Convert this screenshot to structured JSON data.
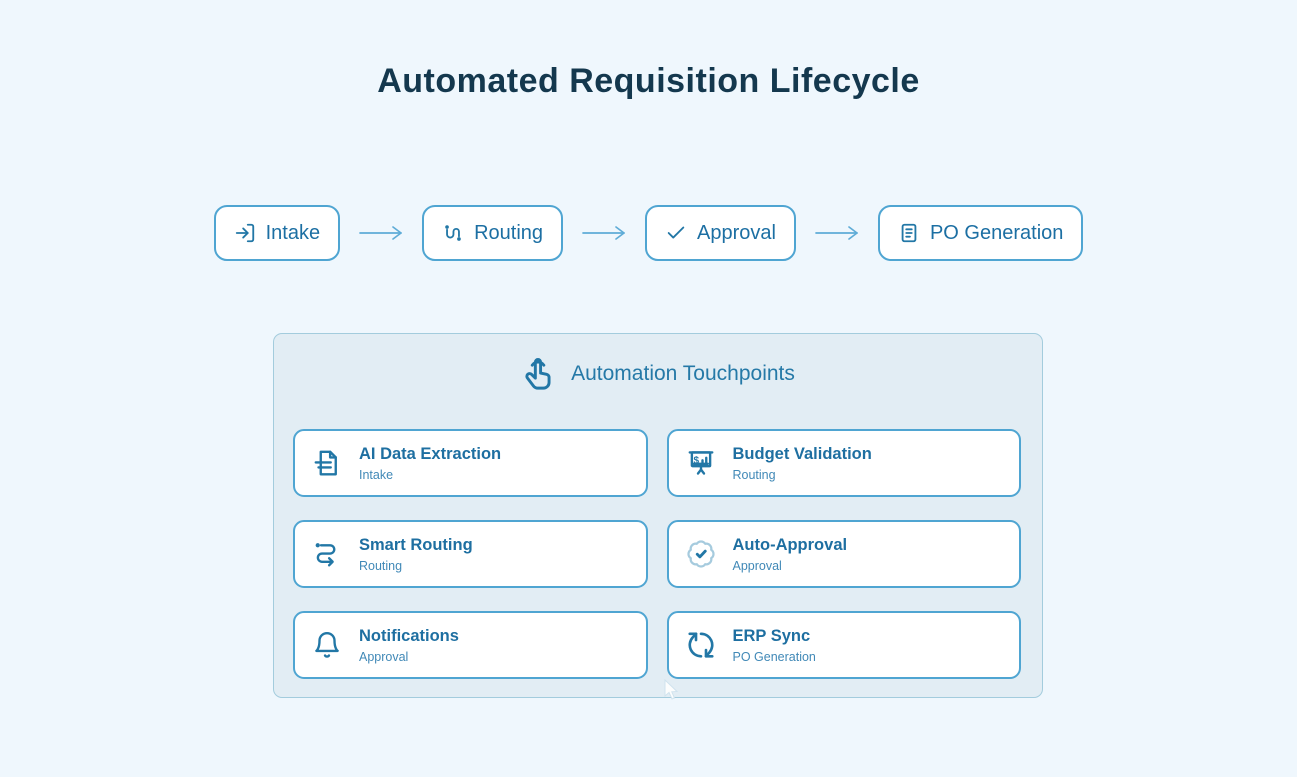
{
  "page": {
    "title": "Automated Requisition Lifecycle"
  },
  "colors": {
    "background": "#eff7fd",
    "title_text": "#14384e",
    "pill_border": "#4fa5d2",
    "pill_text": "#1c6fa3",
    "arrow": "#5facd7",
    "panel_fill": "#e2edf4",
    "panel_border": "#a3ccdd",
    "card_border": "#4fa5d2",
    "card_title_text": "#1e6fa1",
    "card_stage_text": "#4189b7",
    "icon": "#2277a6",
    "badge_outline": "#a6cbde"
  },
  "flow": {
    "stages": [
      {
        "label": "Intake",
        "icon": "log-in-icon"
      },
      {
        "label": "Routing",
        "icon": "route-icon"
      },
      {
        "label": "Approval",
        "icon": "check-icon"
      },
      {
        "label": "PO Generation",
        "icon": "file-text-icon"
      }
    ],
    "connector_icon": "right-arrow-icon"
  },
  "touchpoints": {
    "header": {
      "label": "Automation Touchpoints",
      "icon": "tap-pointer-icon"
    },
    "cards": [
      {
        "title": "AI Data Extraction",
        "stage": "Intake",
        "icon": "document-extract-icon"
      },
      {
        "title": "Budget Validation",
        "stage": "Routing",
        "icon": "budget-presentation-icon"
      },
      {
        "title": "Smart Routing",
        "stage": "Routing",
        "icon": "serpentine-route-icon"
      },
      {
        "title": "Auto-Approval",
        "stage": "Approval",
        "icon": "badge-check-icon"
      },
      {
        "title": "Notifications",
        "stage": "Approval",
        "icon": "bell-icon"
      },
      {
        "title": "ERP Sync",
        "stage": "PO Generation",
        "icon": "sync-icon"
      }
    ]
  }
}
